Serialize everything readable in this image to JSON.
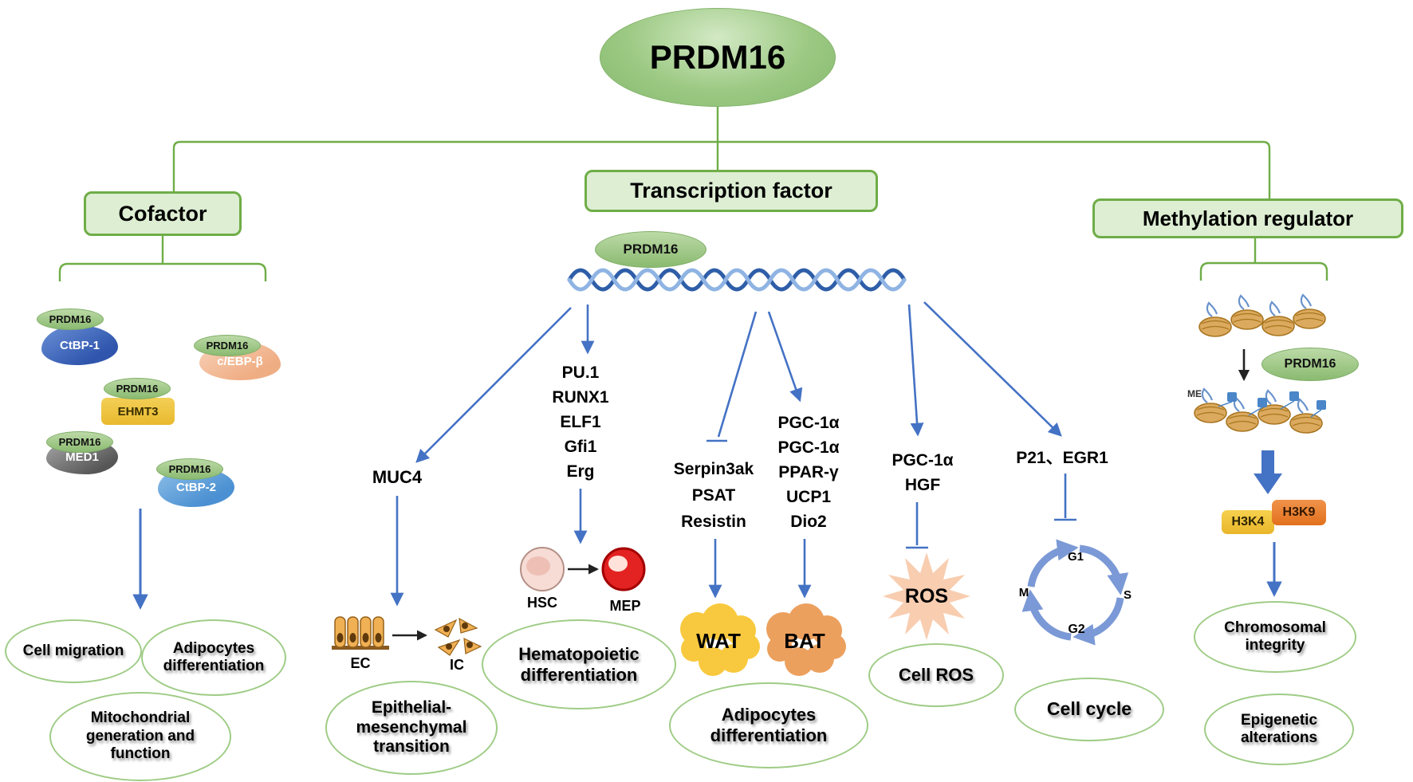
{
  "title": "PRDM16",
  "colors": {
    "accent_green": "#6fad47",
    "box_fill": "#ddeed3",
    "arrow_blue": "#4472c4",
    "wat_yellow": "#f8c93e",
    "bat_orange": "#eca05e",
    "ros_peach": "#f8cdb0",
    "cycle_blue": "#7b99d6"
  },
  "cofactor": {
    "label": "Cofactor",
    "complexes": [
      {
        "tag": "PRDM16",
        "partner": "CtBP-1"
      },
      {
        "tag": "PRDM16",
        "partner": "c/EBP-β"
      },
      {
        "tag": "PRDM16",
        "partner": "EHMT3"
      },
      {
        "tag": "PRDM16",
        "partner": "MED1"
      },
      {
        "tag": "PRDM16",
        "partner": "CtBP-2"
      }
    ],
    "outcomes": {
      "cell_migration": "Cell migration",
      "adipocytes": "Adipocytes differentiation",
      "mitochondrial": "Mitochondrial generation and function"
    }
  },
  "transcription": {
    "label": "Transcription factor",
    "dna_tag": "PRDM16",
    "emt": {
      "gene": "MUC4",
      "cell_from": "EC",
      "cell_to": "IC",
      "outcome": "Epithelial-mesenchymal transition"
    },
    "hematopoietic": {
      "genes": [
        "PU.1",
        "RUNX1",
        "ELF1",
        "Gfi1",
        "Erg"
      ],
      "cell_from": "HSC",
      "cell_to": "MEP",
      "outcome": "Hematopoietic differentiation"
    },
    "wat": {
      "genes": [
        "Serpin3ak",
        "PSAT",
        "Resistin"
      ],
      "target": "WAT"
    },
    "bat": {
      "genes": [
        "PGC-1α",
        "PGC-1α",
        "PPAR-γ",
        "UCP1",
        "Dio2"
      ],
      "target": "BAT"
    },
    "adipocytes_outcome": "Adipocytes differentiation",
    "ros": {
      "genes": [
        "PGC-1α",
        "HGF"
      ],
      "target": "ROS",
      "outcome": "Cell ROS"
    },
    "cycle": {
      "genes": "P21、EGR1",
      "phases": {
        "g1": "G1",
        "s": "S",
        "g2": "G2",
        "m": "M"
      },
      "outcome": "Cell cycle"
    }
  },
  "methylation": {
    "label": "Methylation regulator",
    "tag": "PRDM16",
    "me_mark": "ME",
    "h3k4": "H3K4",
    "h3k9": "H3K9",
    "outcomes": {
      "chromosomal": "Chromosomal integrity",
      "epigenetic": "Epigenetic alterations"
    }
  }
}
